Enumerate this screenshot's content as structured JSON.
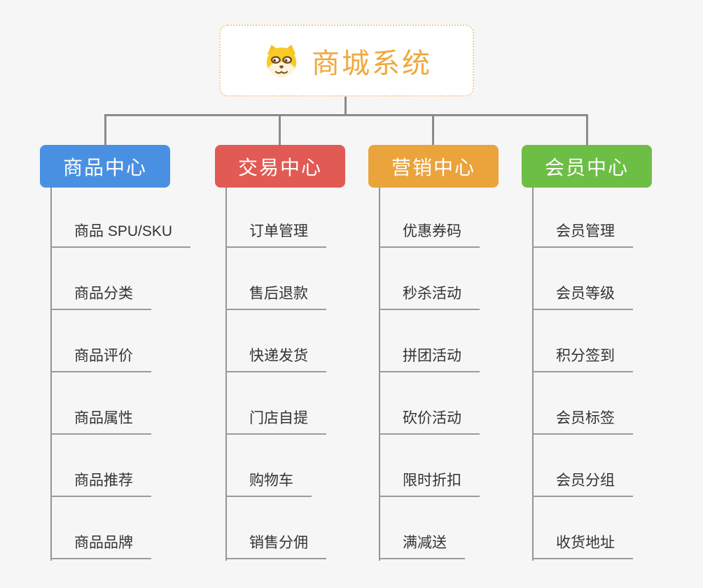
{
  "root": {
    "title": "商城系统",
    "icon": "dog-face-icon",
    "title_color": "#f0a83c",
    "border_color": "#f3cd8c"
  },
  "connector_color": "#8b8b8b",
  "branches": [
    {
      "label": "商品中心",
      "color": "#4a90e2",
      "children": [
        "商品 SPU/SKU",
        "商品分类",
        "商品评价",
        "商品属性",
        "商品推荐",
        "商品品牌"
      ]
    },
    {
      "label": "交易中心",
      "color": "#e25a54",
      "children": [
        "订单管理",
        "售后退款",
        "快递发货",
        "门店自提",
        "购物车",
        "销售分佣"
      ]
    },
    {
      "label": "营销中心",
      "color": "#eba33b",
      "children": [
        "优惠券码",
        "秒杀活动",
        "拼团活动",
        "砍价活动",
        "限时折扣",
        "满减送"
      ]
    },
    {
      "label": "会员中心",
      "color": "#6dbe45",
      "children": [
        "会员管理",
        "会员等级",
        "积分签到",
        "会员标签",
        "会员分组",
        "收货地址"
      ]
    }
  ]
}
